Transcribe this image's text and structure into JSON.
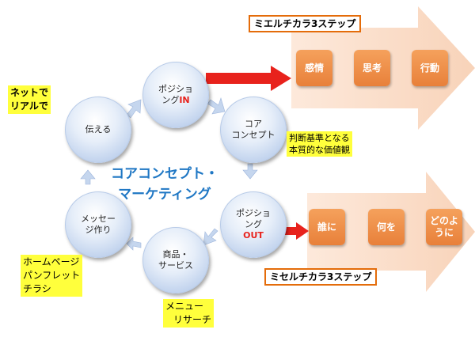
{
  "center_title": [
    "コアコンセプト・",
    "マーケティング"
  ],
  "cycle_nodes": [
    {
      "id": "positioning-in",
      "lines": [
        "ポジショ",
        "ング"
      ],
      "accent": "IN"
    },
    {
      "id": "core-concept",
      "lines": [
        "コア",
        "コンセプト"
      ],
      "accent": ""
    },
    {
      "id": "positioning-out",
      "lines": [
        "ポジショ",
        "ング"
      ],
      "accent": "OUT"
    },
    {
      "id": "products-services",
      "lines": [
        "商品・",
        "サービス"
      ],
      "accent": ""
    },
    {
      "id": "message-making",
      "lines": [
        "メッセー",
        "ジ作り"
      ],
      "accent": ""
    },
    {
      "id": "convey",
      "lines": [
        "伝える"
      ],
      "accent": ""
    }
  ],
  "notes": {
    "online_offline": [
      "ネットで",
      "リアルで"
    ],
    "core_concept_desc": [
      "判断基準となる",
      "本質的な価値観"
    ],
    "media": [
      "ホームページ",
      "パンフレット",
      "チラシ"
    ],
    "menu_research": [
      "メニュー",
      "リサーチ"
    ]
  },
  "top_panel": {
    "label": "ミエルチカラ3ステップ",
    "steps": [
      "感情",
      "思考",
      "行動"
    ]
  },
  "bottom_panel": {
    "label": "ミセルチカラ3ステップ",
    "steps": [
      [
        "誰に"
      ],
      [
        "何を"
      ],
      [
        "どのよ",
        "うに"
      ]
    ]
  },
  "colors": {
    "accent_red": "#e8221c",
    "title_blue": "#1f77c4",
    "step_orange": "#e8803a",
    "big_arrow_peach": "#fbe5d6",
    "note_yellow": "#ffff3c",
    "small_arrow_blue": "#c5d6ee"
  }
}
